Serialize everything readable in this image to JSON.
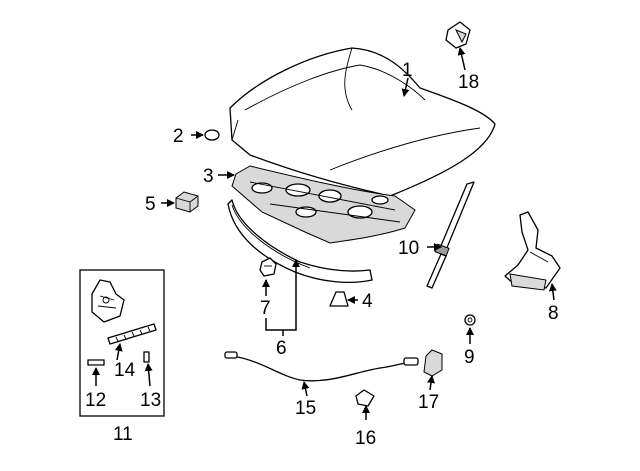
{
  "callouts": [
    {
      "id": "1",
      "text": "1"
    },
    {
      "id": "2",
      "text": "2"
    },
    {
      "id": "3",
      "text": "3"
    },
    {
      "id": "4",
      "text": "4"
    },
    {
      "id": "5",
      "text": "5"
    },
    {
      "id": "6",
      "text": "6"
    },
    {
      "id": "7",
      "text": "7"
    },
    {
      "id": "8",
      "text": "8"
    },
    {
      "id": "9",
      "text": "9"
    },
    {
      "id": "10",
      "text": "10"
    },
    {
      "id": "11",
      "text": "11"
    },
    {
      "id": "12",
      "text": "12"
    },
    {
      "id": "13",
      "text": "13"
    },
    {
      "id": "14",
      "text": "14"
    },
    {
      "id": "15",
      "text": "15"
    },
    {
      "id": "16",
      "text": "16"
    },
    {
      "id": "17",
      "text": "17"
    },
    {
      "id": "18",
      "text": "18"
    }
  ],
  "colors": {
    "line": "#000000",
    "background": "#ffffff",
    "shade": "#d9d9d9"
  }
}
